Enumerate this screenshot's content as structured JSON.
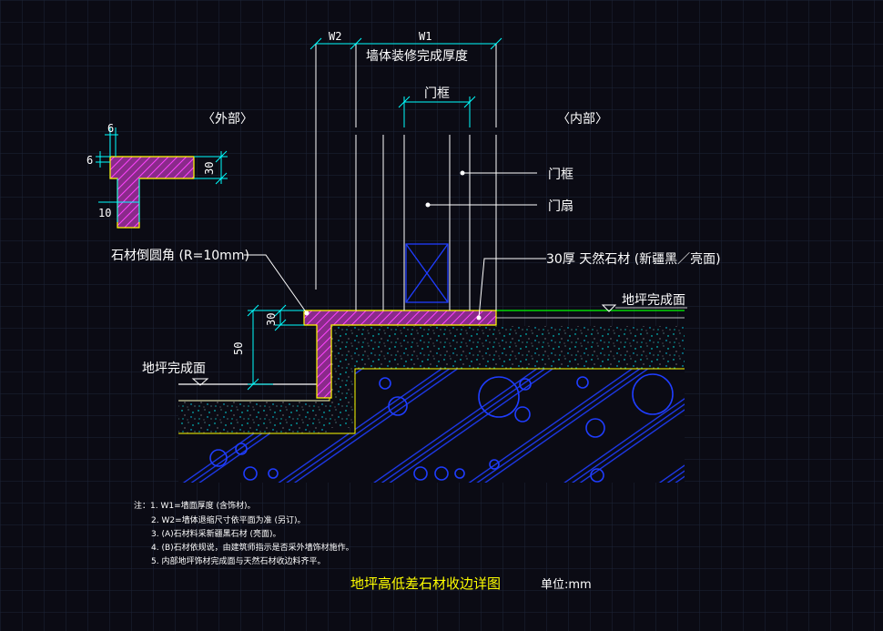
{
  "colors": {
    "background": "#0b0b14",
    "grid": "#1d2538",
    "stone_fill": "#8a2a8a",
    "stone_edge": "#ffff00",
    "hatch": "#ff00ff",
    "concrete_speckle": "#00ffff",
    "pipe_blue": "#1f3dff",
    "dim_cyan": "#00ffff",
    "floor_line": "#00ff00",
    "leader": "#ffffff",
    "title_yellow": "#ffff00"
  },
  "labels": {
    "outside": "〈外部〉",
    "inside": "〈内部〉",
    "wall_finish_thickness": "墙体装修完成厚度",
    "door_frame_top": "门框",
    "door_frame": "门框",
    "door_leaf": "门扇",
    "stone_round": "石材倒圆角 (R=10mm)",
    "stone_spec": "30厚  天然石材 (新疆黑／亮面)",
    "floor_finish_upper": "地坪完成面",
    "floor_finish_lower": "地坪完成面"
  },
  "dimensions": {
    "w2": "W2",
    "w1": "W1",
    "detail_6_top": "6",
    "detail_6_side": "6",
    "detail_30": "30",
    "detail_10": "10",
    "main_30": "30",
    "main_50": "50"
  },
  "notes": [
    "注：1. W1=墙面厚度 (含饰材)。",
    "2. W2=墙体退缩尺寸依平面为准 (另订)。",
    "3. (A)石材料采新疆黑石材 (亮面)。",
    "4. (B)石材依规说，由建筑师指示是否采外墙饰材施作。",
    "5. 内部地坪饰材完成面与天然石材收边料齐平。"
  ],
  "title": "地坪高低差石材收边详图",
  "unit": "单位:mm"
}
